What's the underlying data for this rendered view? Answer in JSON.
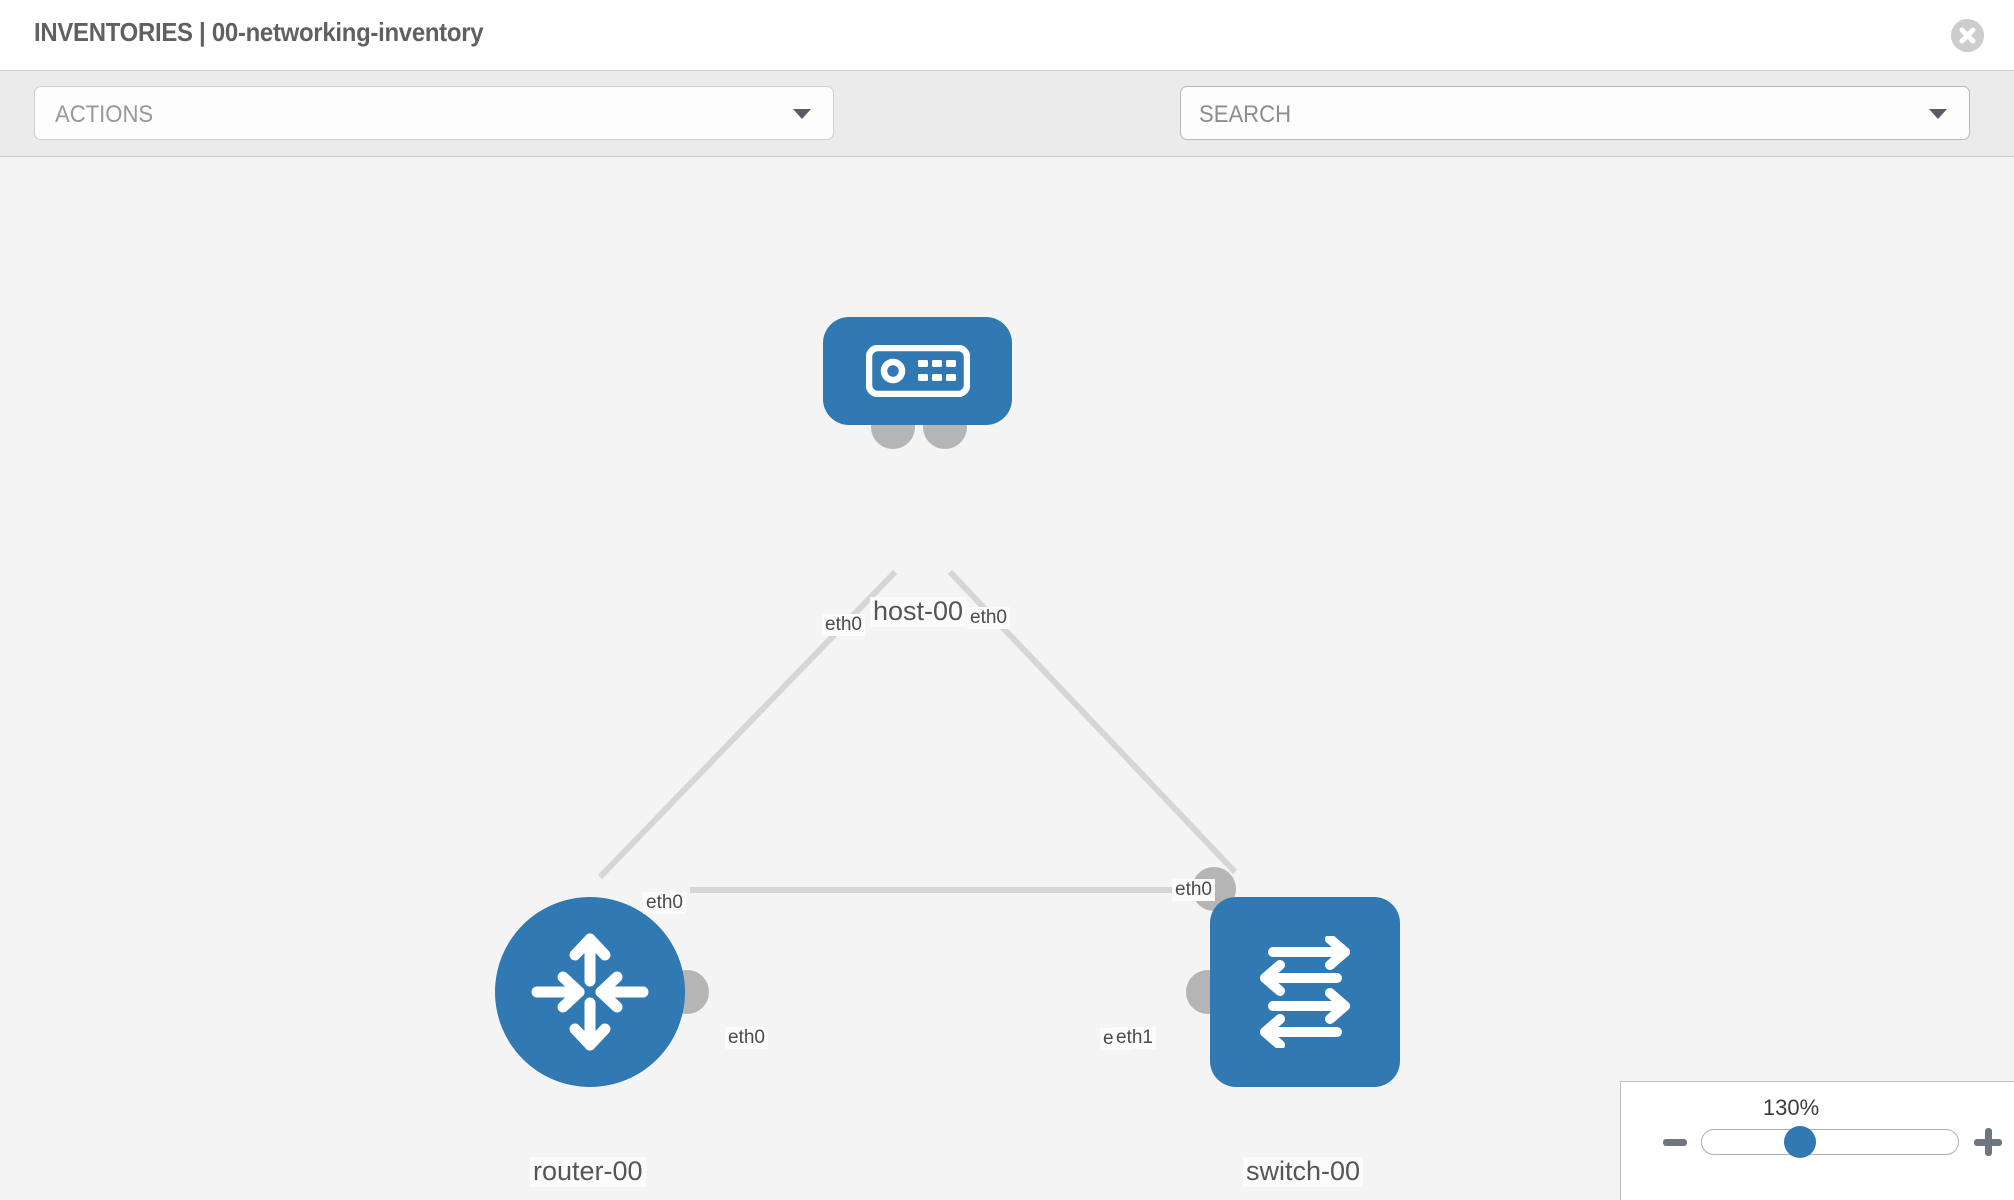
{
  "header": {
    "title": "INVENTORIES | 00-networking-inventory",
    "close_icon": "close-circle-icon"
  },
  "toolbar": {
    "actions_placeholder": "ACTIONS",
    "search_placeholder": "SEARCH",
    "wrench_icon": "wrench-icon",
    "key_icon": "key-icon",
    "caret_icon": "chevron-down-icon"
  },
  "topology": {
    "accent_color": "#3079b2",
    "link_color": "#d6d6d6",
    "interface_color": "#b5b5b5",
    "canvas_color": "#f4f4f4",
    "nodes": [
      {
        "id": "host",
        "label": "host-00",
        "type": "host",
        "icon": "server-icon"
      },
      {
        "id": "router",
        "label": "router-00",
        "type": "router",
        "icon": "router-arrows-icon"
      },
      {
        "id": "switch",
        "label": "switch-00",
        "type": "switch",
        "icon": "switch-arrows-icon"
      }
    ],
    "links": [
      {
        "from": "host",
        "to": "router",
        "from_label": "eth0",
        "to_label": "eth0"
      },
      {
        "from": "host",
        "to": "switch",
        "from_label": "eth0",
        "to_label": "eth0"
      },
      {
        "from": "router",
        "to": "switch",
        "from_label": "eth0",
        "to_label": "eth1"
      }
    ],
    "edge_labels": {
      "host_left": "eth0",
      "host_right": "eth0",
      "router_up": "eth0",
      "switch_up": "eth0",
      "router_right": "eth0",
      "switch_left_under": "eth",
      "switch_left": "eth1"
    }
  },
  "zoom": {
    "value": "130%",
    "minus_label": "zoom-out",
    "plus_label": "zoom-in"
  }
}
